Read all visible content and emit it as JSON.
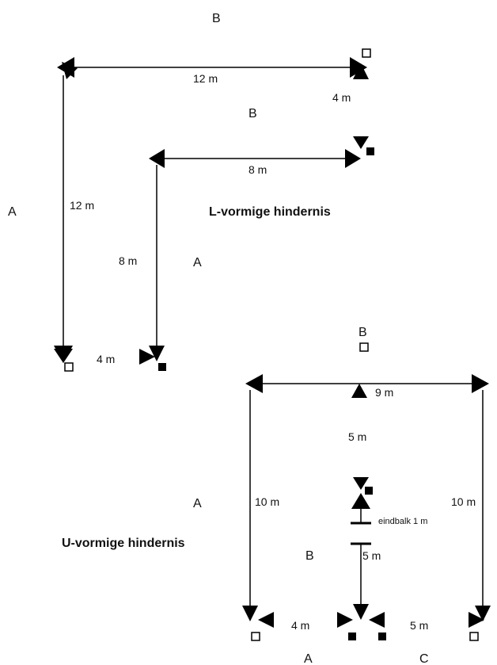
{
  "l_obstacle": {
    "title": "L-vormige hindernis",
    "outer": {
      "top_letter": "B",
      "top_length": "12 m",
      "side_length": "12 m",
      "side_letter": "A",
      "corner_gap": "4 m"
    },
    "inner": {
      "top_letter": "B",
      "top_length": "8 m",
      "side_length": "8 m",
      "side_letter": "A",
      "bottom_gap": "4 m"
    }
  },
  "u_obstacle": {
    "title": "U-vormige hindernis",
    "top_letter": "B",
    "top_length": "9 m",
    "left_letter": "A",
    "left_length": "10 m",
    "right_length": "10 m",
    "middle_length": "5 m",
    "end_beam": "eindbalk 1 m",
    "inner_letter": "B",
    "lower_length": "5 m",
    "bottom_left_gap": "4 m",
    "bottom_right_gap": "5 m",
    "bottom_letter_a": "A",
    "bottom_letter_c": "C"
  }
}
